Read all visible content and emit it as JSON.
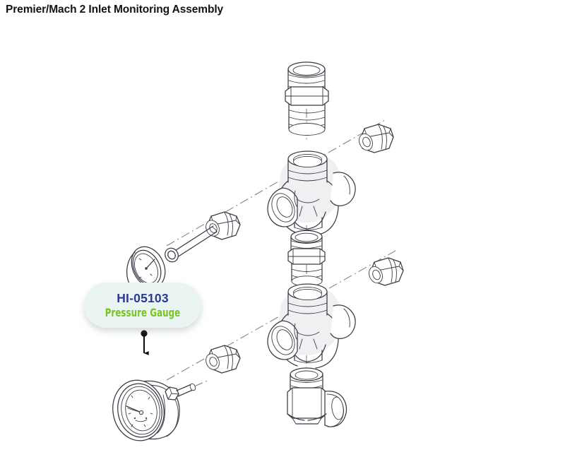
{
  "page": {
    "title": "Premier/Mach 2 Inlet Monitoring Assembly",
    "background_color": "#ffffff"
  },
  "callout": {
    "part_number": "HI-05103",
    "part_name": "Pressure Gauge",
    "part_number_color": "#2b3a8f",
    "part_name_color": "#77c422",
    "pill_background_color": "#eaf4f3",
    "pointer": "arrow-down-to-pressure-gauge"
  },
  "diagram": {
    "type": "exploded-assembly-line-drawing",
    "line_color": "#3b3b46",
    "centerline_color": "#6f7682",
    "centerline_style": "dash-dot",
    "components": [
      {
        "id": "top-hex-nipple",
        "name": "Hex Nipple Adapter",
        "position": "top-center"
      },
      {
        "id": "upper-cross-body",
        "name": "Cross Fitting Body",
        "position": "upper-center"
      },
      {
        "id": "upper-right-hex-cap",
        "name": "Hex Cap Plug",
        "position": "upper-right"
      },
      {
        "id": "upper-left-hex-bushing",
        "name": "Hex Bushing",
        "position": "upper-left"
      },
      {
        "id": "upper-dial-gauge",
        "name": "Stem Dial Gauge",
        "position": "mid-left"
      },
      {
        "id": "middle-hex-nipple",
        "name": "Hex Nipple Adapter",
        "position": "center"
      },
      {
        "id": "lower-cross-body",
        "name": "Cross Fitting Body",
        "position": "lower-center"
      },
      {
        "id": "lower-right-hex-cap",
        "name": "Hex Cap Plug",
        "position": "lower-right"
      },
      {
        "id": "lower-left-hex-bushing",
        "name": "Hex Bushing",
        "position": "lower-left"
      },
      {
        "id": "bottom-elbow",
        "name": "90 Degree Elbow Fitting",
        "position": "bottom-center"
      },
      {
        "id": "pressure-gauge",
        "name": "Pressure Gauge",
        "position": "bottom-left"
      }
    ]
  }
}
